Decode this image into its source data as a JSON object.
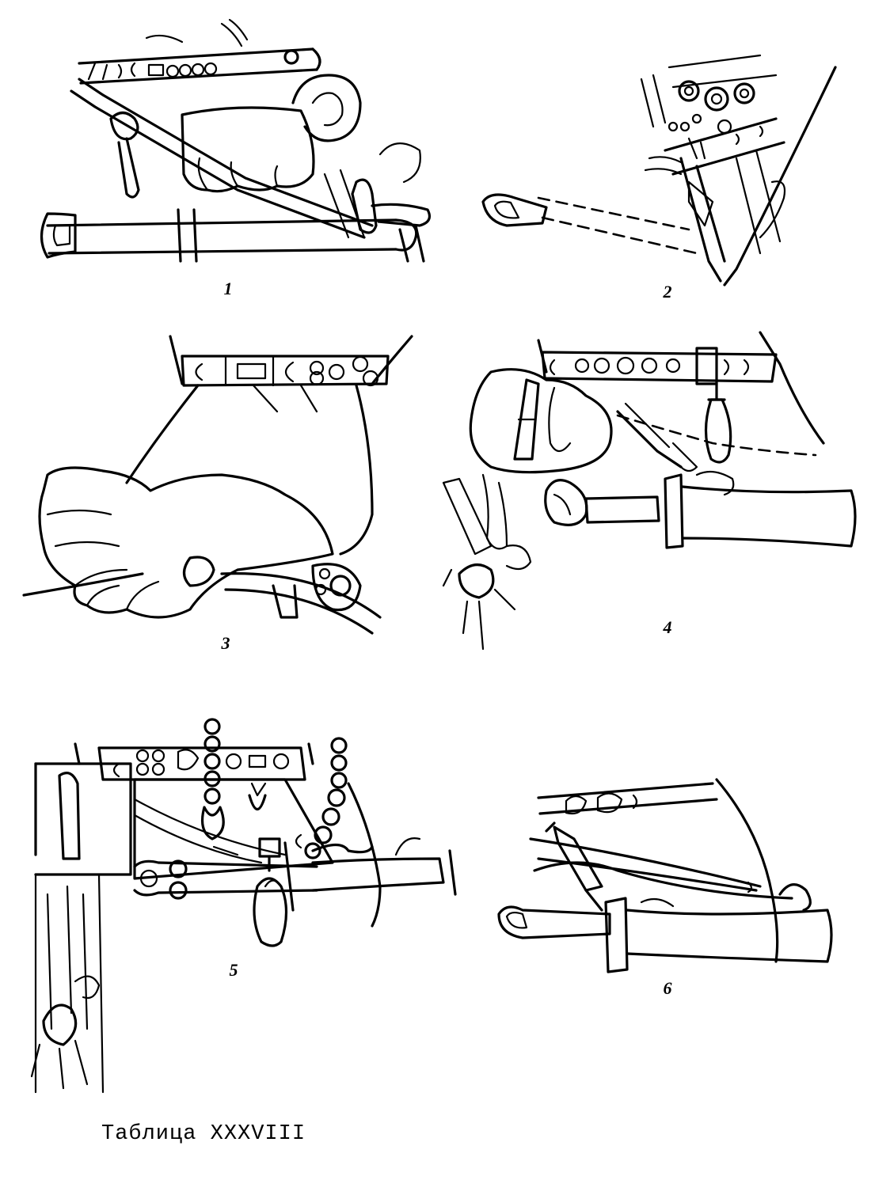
{
  "figures": [
    {
      "number": "1"
    },
    {
      "number": "2"
    },
    {
      "number": "3"
    },
    {
      "number": "4"
    },
    {
      "number": "5"
    },
    {
      "number": "6"
    }
  ],
  "caption": "Таблица XXXVIII",
  "colors": {
    "ink": "#000000",
    "paper": "#ffffff"
  }
}
